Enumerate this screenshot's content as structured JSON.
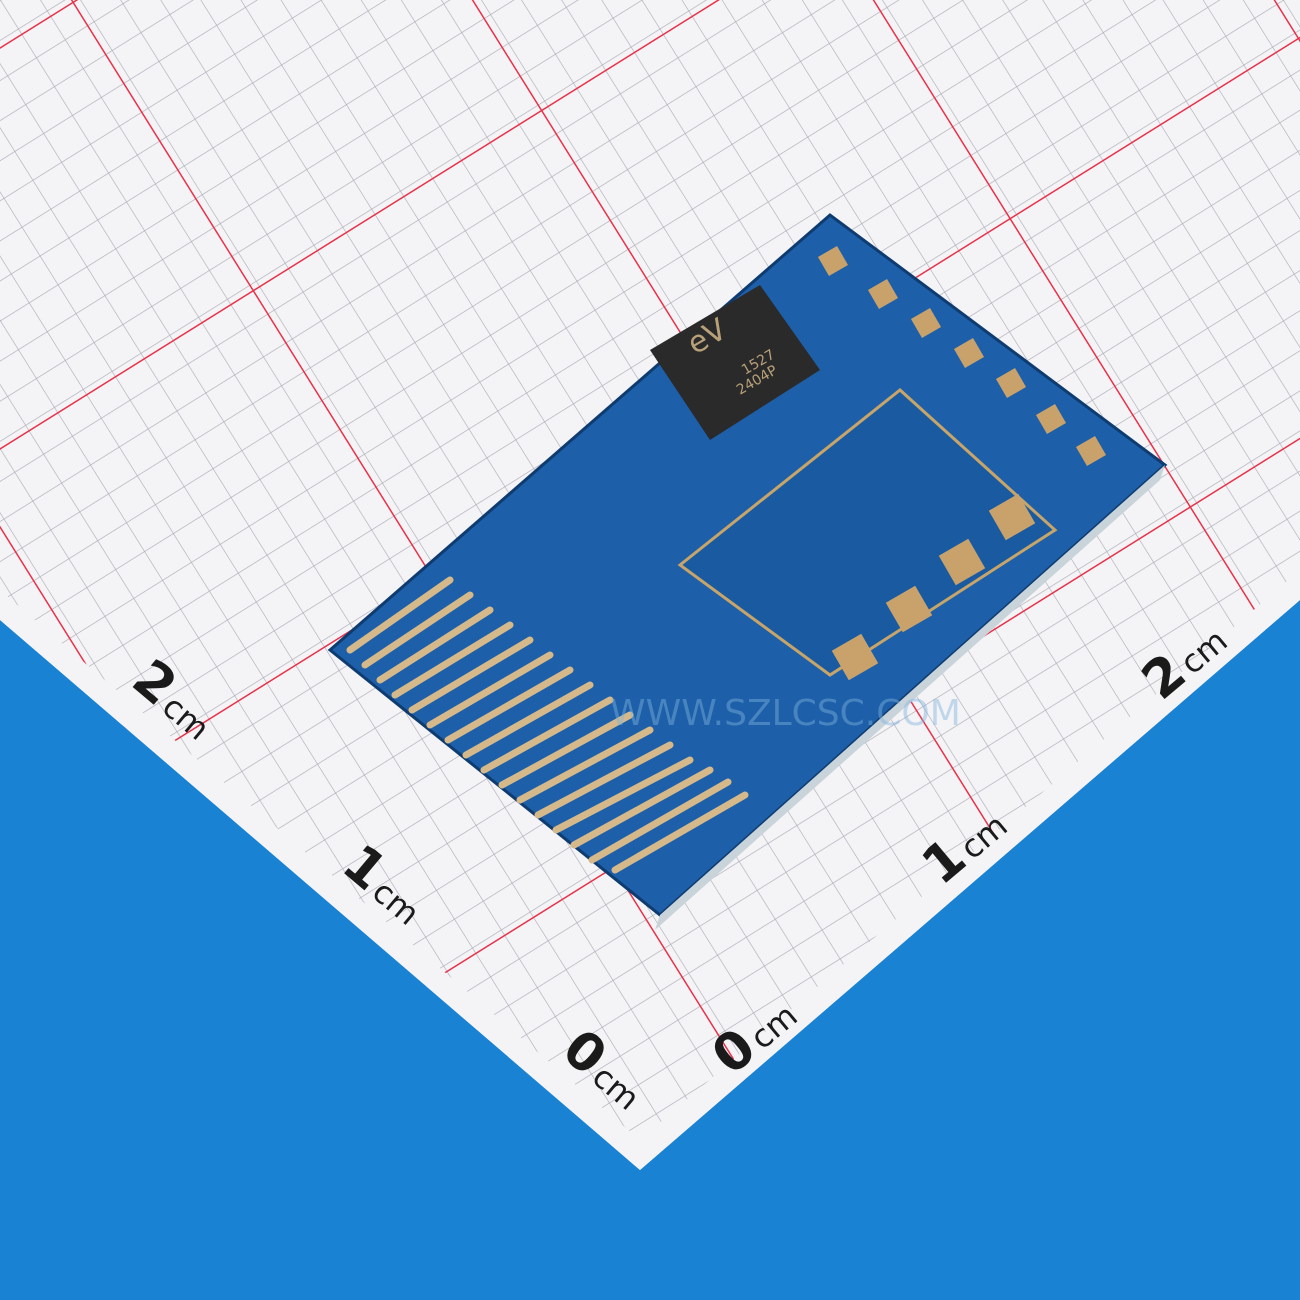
{
  "photo": {
    "subject": "Wireless RF receiver module on blue PCB",
    "background": "graph paper measurement mat",
    "colors": {
      "paper": "#f4f3f6",
      "grid_minor": "#9a9aa2",
      "grid_major": "#e8324a",
      "mat_blue": "#1a82d2",
      "pcb_blue": "#1d5fa8",
      "gold": "#c8a26a",
      "chip": "#2a2a2a"
    }
  },
  "ruler_labels": {
    "left_axis": [
      {
        "value": "2",
        "unit": "cm"
      },
      {
        "value": "1",
        "unit": "cm"
      },
      {
        "value": "0",
        "unit": "cm"
      }
    ],
    "right_axis": [
      {
        "value": "0",
        "unit": "cm"
      },
      {
        "value": "1",
        "unit": "cm"
      },
      {
        "value": "2",
        "unit": "cm"
      }
    ]
  },
  "chip": {
    "logo": "eV",
    "line1": "1527",
    "line2": "2404P"
  },
  "watermark": "WWW.SZLCSC.COM"
}
